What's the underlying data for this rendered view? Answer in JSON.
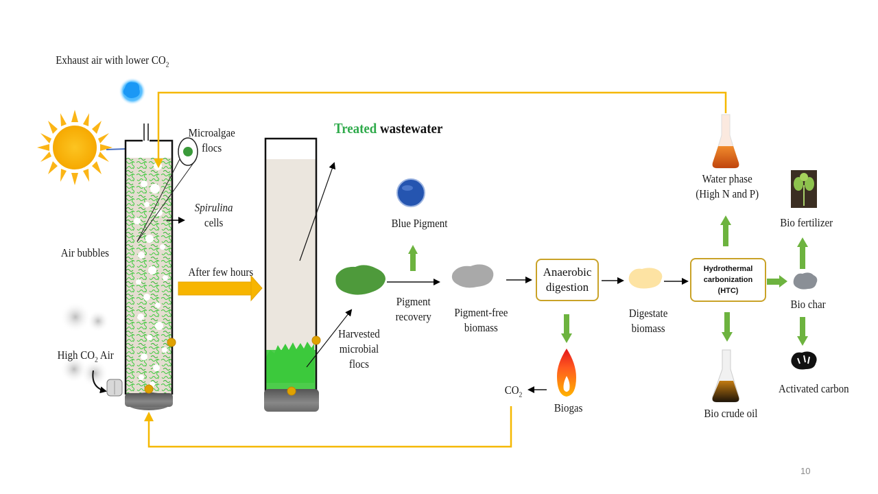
{
  "slide": {
    "page_number": "10"
  },
  "colors": {
    "loop_line": "#f5b800",
    "process_arrow": "#6db33f",
    "box_border": "#c9a227",
    "treated_green": "#2eaa4a",
    "algae_green": "#3cc93c",
    "water_beige": "#e9e4dc",
    "sun": "#fbb516"
  },
  "reactor": {
    "exhaust_label": "Exhaust air with lower CO",
    "exhaust_sub": "2",
    "microalgae_label_1": "Microalgae",
    "microalgae_label_2": "flocs",
    "spirulina_label_1": "Spirulina",
    "spirulina_label_2": "cells",
    "air_bubbles_label": "Air bubbles",
    "high_co2_label_pre": "High CO",
    "high_co2_sub": "2",
    "high_co2_label_post": " Air"
  },
  "transition": {
    "label": "After few hours"
  },
  "settler": {
    "title_part1": "Treated",
    "title_part2": " wastewater",
    "harvested_1": "Harvested",
    "harvested_2": "microbial",
    "harvested_3": "flocs"
  },
  "process": {
    "pigment_recovery_1": "Pigment",
    "pigment_recovery_2": "recovery",
    "blue_pigment": "Blue Pigment",
    "pigment_free_1": "Pigment-free",
    "pigment_free_2": "biomass",
    "anaerobic_1": "Anaerobic",
    "anaerobic_2": "digestion",
    "digestate_1": "Digestate",
    "digestate_2": "biomass",
    "biogas": "Biogas",
    "co2_pre": "CO",
    "co2_sub": "2",
    "htc_1": "Hydrothermal",
    "htc_2": "carbonization",
    "htc_3": "(HTC)",
    "water_phase_1": "Water phase",
    "water_phase_2": "(High N and P)",
    "bio_crude_oil": "Bio crude oil",
    "bio_fertilizer": "Bio fertilizer",
    "bio_char": "Bio char",
    "activated_carbon": "Activated carbon"
  }
}
